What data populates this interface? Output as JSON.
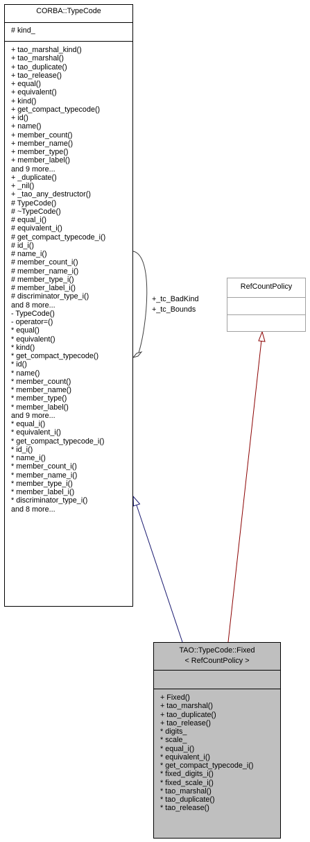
{
  "typecode": {
    "title": "CORBA::TypeCode",
    "attributes": [
      "# kind_"
    ],
    "methods": [
      "+ tao_marshal_kind()",
      "+ tao_marshal()",
      "+ tao_duplicate()",
      "+ tao_release()",
      "+ equal()",
      "+ equivalent()",
      "+ kind()",
      "+ get_compact_typecode()",
      "+ id()",
      "+ name()",
      "+ member_count()",
      "+ member_name()",
      "+ member_type()",
      "+ member_label()",
      "and 9 more...",
      "+ _duplicate()",
      "+ _nil()",
      "+ _tao_any_destructor()",
      "# TypeCode()",
      "# ~TypeCode()",
      "# equal_i()",
      "# equivalent_i()",
      "# get_compact_typecode_i()",
      "# id_i()",
      "# name_i()",
      "# member_count_i()",
      "# member_name_i()",
      "# member_type_i()",
      "# member_label_i()",
      "# discriminator_type_i()",
      "and 8 more...",
      "- TypeCode()",
      "- operator=()",
      "* equal()",
      "* equivalent()",
      "* kind()",
      "* get_compact_typecode()",
      "* id()",
      "* name()",
      "* member_count()",
      "* member_name()",
      "* member_type()",
      "* member_label()",
      "and 9 more...",
      "* equal_i()",
      "* equivalent_i()",
      "* get_compact_typecode_i()",
      "* id_i()",
      "* name_i()",
      "* member_count_i()",
      "* member_name_i()",
      "* member_type_i()",
      "* member_label_i()",
      "* discriminator_type_i()",
      "and 8 more..."
    ]
  },
  "refcount": {
    "title": "RefCountPolicy"
  },
  "fixed": {
    "title_line1": "TAO::TypeCode::Fixed",
    "title_line2": "< RefCountPolicy >",
    "methods": [
      "+ Fixed()",
      "+ tao_marshal()",
      "+ tao_duplicate()",
      "+ tao_release()",
      "* digits_",
      "* scale_",
      "* equal_i()",
      "* equivalent_i()",
      "* get_compact_typecode_i()",
      "* fixed_digits_i()",
      "* fixed_scale_i()",
      "* tao_marshal()",
      "* tao_duplicate()",
      "* tao_release()"
    ]
  },
  "self_association": {
    "label1": "+_tc_BadKind",
    "label2": "+_tc_Bounds"
  },
  "colors": {
    "inheritance_navy": "#191970",
    "template_dark_red": "#8b0000",
    "association_gray": "#404040",
    "highlight_fill": "#bfbfbf",
    "external_border": "#a0a0a0"
  }
}
